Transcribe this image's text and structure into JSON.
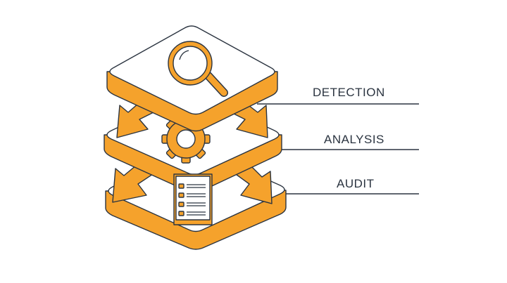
{
  "labels": {
    "detection": "DETECTION",
    "analysis": "ANALYSIS",
    "audit": "AUDIT"
  },
  "colors": {
    "accent": "#F5A22C",
    "stroke": "#2b3440",
    "face": "#ffffff"
  },
  "icons": [
    "magnifier-icon",
    "gear-icon",
    "checklist-icon",
    "arrow-icon"
  ]
}
